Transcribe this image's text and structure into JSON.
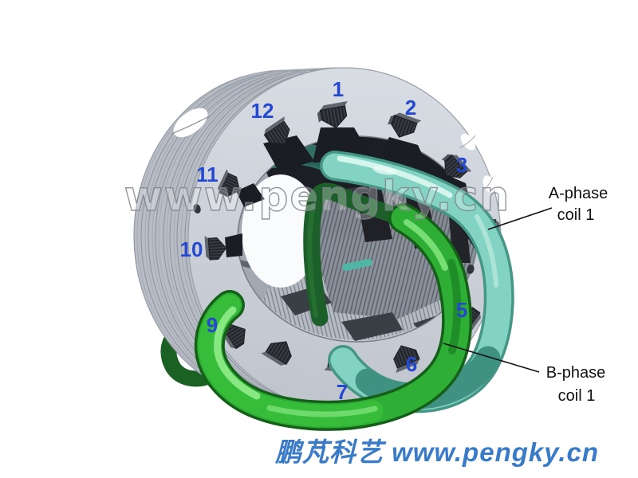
{
  "diagram": {
    "slot_numbers": [
      "1",
      "2",
      "3",
      "5",
      "6",
      "7",
      "9",
      "10",
      "11",
      "12"
    ],
    "watermark": "www.pengky.cn",
    "labels": {
      "a_phase": {
        "line1": "A-phase",
        "line2": "coil 1"
      },
      "b_phase": {
        "line1": "B-phase",
        "line2": "coil 1"
      }
    },
    "footer": "鹏芃科艺 www.pengky.cn",
    "colors": {
      "number_blue": "#2548d0",
      "footer_blue": "#3a7bc8",
      "label_black": "#101010",
      "coil_a_cyan": "#82d3c3",
      "coil_a_dark_teal": "#2f6f64",
      "coil_b_green": "#2fae35",
      "coil_b_dark_green": "#1d5f2a",
      "stator_face_gray": "#ccd1d9",
      "watermark_gray": "#81868e"
    }
  }
}
